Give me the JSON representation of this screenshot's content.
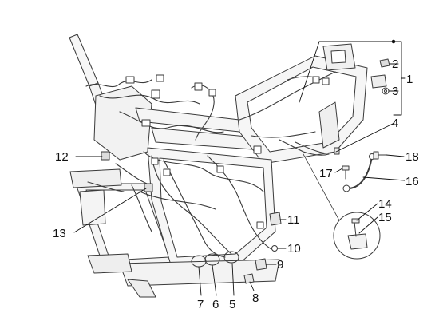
{
  "diagram": {
    "callouts": [
      {
        "id": "1",
        "label": "1"
      },
      {
        "id": "2",
        "label": "2"
      },
      {
        "id": "3",
        "label": "3"
      },
      {
        "id": "4",
        "label": "4"
      },
      {
        "id": "5",
        "label": "5"
      },
      {
        "id": "6",
        "label": "6"
      },
      {
        "id": "7",
        "label": "7"
      },
      {
        "id": "8",
        "label": "8"
      },
      {
        "id": "9",
        "label": "9"
      },
      {
        "id": "10",
        "label": "10"
      },
      {
        "id": "11",
        "label": "11"
      },
      {
        "id": "12",
        "label": "12"
      },
      {
        "id": "13",
        "label": "13"
      },
      {
        "id": "14",
        "label": "14"
      },
      {
        "id": "15",
        "label": "15"
      },
      {
        "id": "16",
        "label": "16"
      },
      {
        "id": "17",
        "label": "17"
      },
      {
        "id": "18",
        "label": "18"
      }
    ],
    "colors": {
      "line": "#3a3a3a",
      "frame_fill": "#f4f4f4",
      "background": "#ffffff"
    }
  }
}
